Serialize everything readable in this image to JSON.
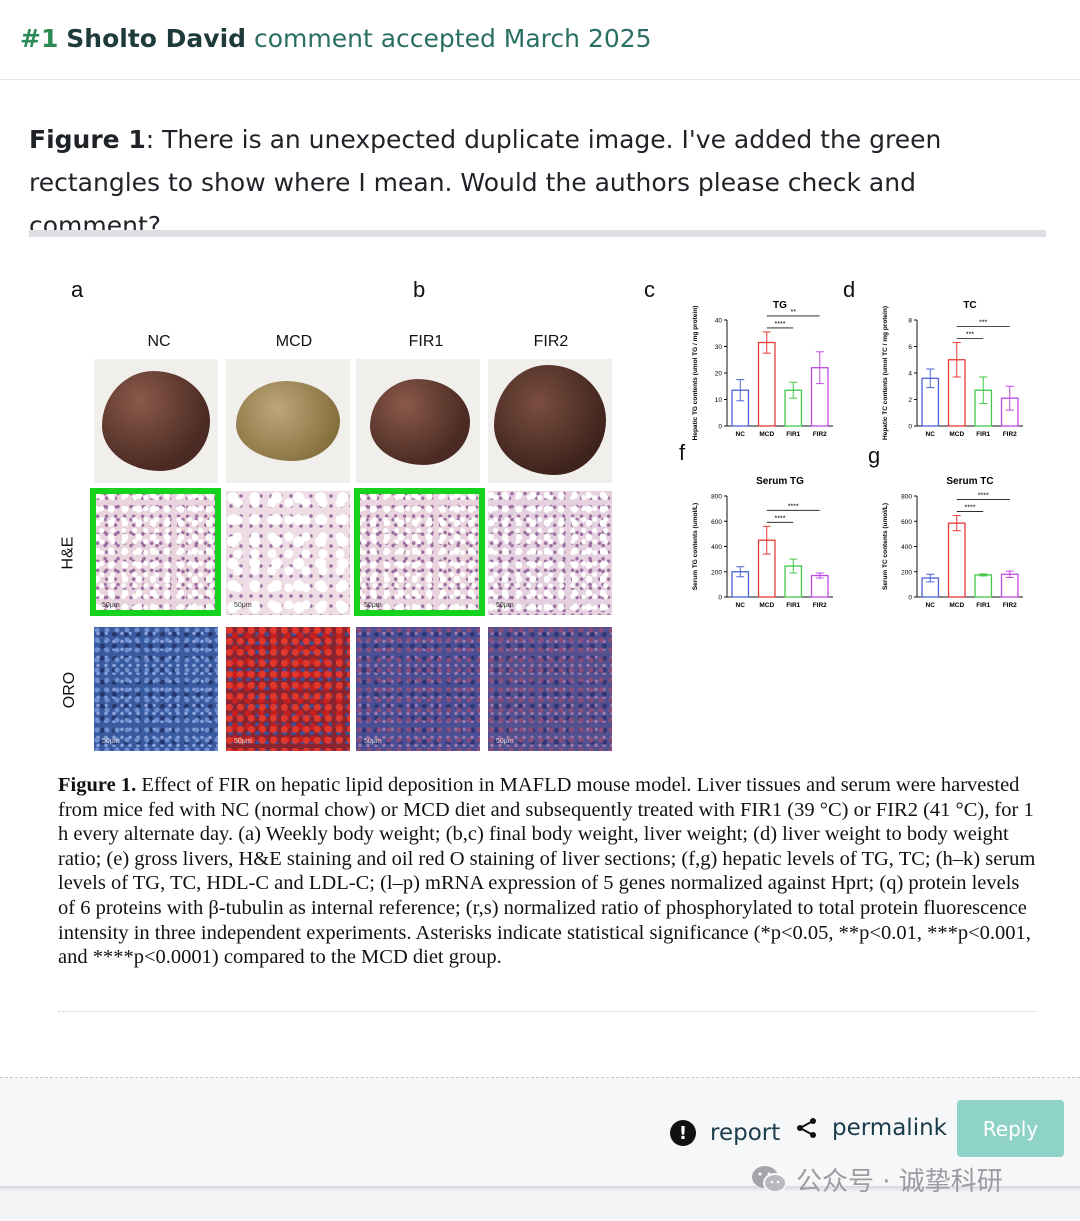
{
  "header": {
    "number": "#1",
    "author": "Sholto David",
    "status": "comment accepted March 2025"
  },
  "comment": {
    "figure_ref": "Figure 1",
    "text": ": There is an unexpected duplicate image. I've added the green rectangles to show where I mean. Would the authors please check and comment?"
  },
  "figure": {
    "panel_letters": [
      "a",
      "b",
      "c",
      "d",
      "f",
      "g"
    ],
    "column_labels": [
      "NC",
      "MCD",
      "FIR1",
      "FIR2"
    ],
    "row_labels": [
      "H&E",
      "ORO"
    ],
    "scale_text": "50μm",
    "highlight_color": "#13d31f",
    "series_colors": [
      "#4a63d8",
      "#e53935",
      "#43c84a",
      "#c04be0"
    ]
  },
  "chart_data": [
    {
      "type": "bar",
      "panel": "c",
      "title": "TG",
      "ylabel": "Hepatic TG contents (umol TG / mg protein)",
      "categories": [
        "NC",
        "MCD",
        "FIR1",
        "FIR2"
      ],
      "values": [
        13.5,
        31.5,
        13.5,
        22
      ],
      "errors": [
        4,
        4,
        3,
        6
      ],
      "ylim": [
        0,
        40
      ],
      "yticks": [
        0,
        10,
        20,
        30,
        40
      ],
      "significance": [
        "****",
        "**"
      ]
    },
    {
      "type": "bar",
      "panel": "d",
      "title": "TC",
      "ylabel": "Hepatic TC contents (umol TC / mg protein)",
      "categories": [
        "NC",
        "MCD",
        "FIR1",
        "FIR2"
      ],
      "values": [
        3.6,
        5.0,
        2.7,
        2.1
      ],
      "errors": [
        0.7,
        1.3,
        1.0,
        0.9
      ],
      "ylim": [
        0,
        8
      ],
      "yticks": [
        0,
        2,
        4,
        6,
        8
      ],
      "significance": [
        "***",
        "***"
      ]
    },
    {
      "type": "bar",
      "panel": "f",
      "title": "Serum TG",
      "ylabel": "Serum TG contents (umol/L)",
      "categories": [
        "NC",
        "MCD",
        "FIR1",
        "FIR2"
      ],
      "values": [
        200,
        450,
        245,
        170
      ],
      "errors": [
        40,
        110,
        55,
        20
      ],
      "ylim": [
        0,
        800
      ],
      "yticks": [
        0,
        200,
        400,
        600,
        800
      ],
      "significance": [
        "****",
        "****"
      ]
    },
    {
      "type": "bar",
      "panel": "g",
      "title": "Serum TC",
      "ylabel": "Serum TC contents (umol/L)",
      "categories": [
        "NC",
        "MCD",
        "FIR1",
        "FIR2"
      ],
      "values": [
        150,
        585,
        175,
        180
      ],
      "errors": [
        30,
        60,
        8,
        25
      ],
      "ylim": [
        0,
        800
      ],
      "yticks": [
        0,
        200,
        400,
        600,
        800
      ],
      "significance": [
        "****",
        "****"
      ]
    }
  ],
  "caption": {
    "label": "Figure 1.",
    "text": " Effect of FIR on hepatic lipid deposition in MAFLD mouse model. Liver tissues and serum were harvested from mice fed with NC (normal chow) or MCD diet and subsequently treated with FIR1 (39 °C) or FIR2 (41 °C), for 1 h every alternate day. (a) Weekly body weight; (b,c) final body weight, liver weight; (d) liver weight to body weight ratio; (e) gross livers, H&E staining and oil red O staining of liver sections; (f,g) hepatic levels of TG, TC; (h–k) serum levels of TG, TC, HDL-C and LDL-C; (l–p) mRNA expression of 5 genes normalized against Hprt; (q) protein levels of 6 proteins with β-tubulin as internal reference; (r,s) normalized ratio of phosphorylated to total protein fluorescence intensity in three independent experiments. Asterisks indicate statistical significance (*p<0.05, **p<0.01, ***p<0.001, and ****p<0.0001) compared to the MCD diet group."
  },
  "actions": {
    "report": "report",
    "permalink": "permalink",
    "reply": "Reply"
  },
  "watermark": "公众号 · 诚挚科研"
}
